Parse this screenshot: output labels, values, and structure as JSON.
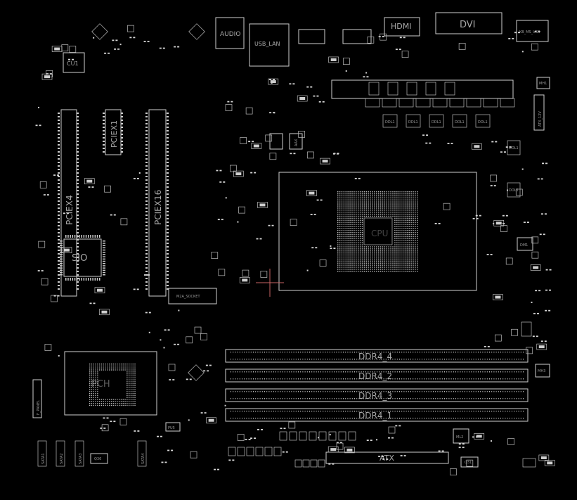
{
  "board": {
    "background": "#000000",
    "line_color": "#d0d0d0",
    "label_color": "#a8a8a8"
  },
  "labels": {
    "audio": "AUDIO",
    "usb_lan": "USB_LAN",
    "hdmi": "HDMI",
    "dvi": "DVI",
    "kb_ms_usb": "KB_MS_USB",
    "cu1": "CU1",
    "pciex4": "PCIEX4",
    "pciex1": "PCIEX1",
    "pciex16": "PCIEX16",
    "sio": "SIO",
    "m2a_socket": "M2A_SOCKET",
    "pch": "PCH",
    "ddr4_4": "DDR4_4",
    "ddr4_2": "DDR4_2",
    "ddr4_3": "DDR4_3",
    "ddr4_1": "DDR4_1",
    "atx": "ATX",
    "atx_12v": "ATX_12V",
    "cpu": "CPU",
    "ml2": "ML2",
    "dm1": "DM1",
    "pu5": "PU5",
    "q31": "Q31",
    "q36": "Q36",
    "f_panel": "F_PANEL",
    "mh1": "MH1",
    "mh3": "MH3",
    "vrm_labels": [
      "DDL1",
      "DDL1",
      "DDL1",
      "DDL1",
      "DDL1"
    ],
    "dl_labels": [
      "DDL1",
      "DDL1"
    ],
    "sata_labels": [
      "SATA1",
      "SATA2",
      "SATA3",
      "SATA4"
    ],
    "aax": "AAX"
  }
}
